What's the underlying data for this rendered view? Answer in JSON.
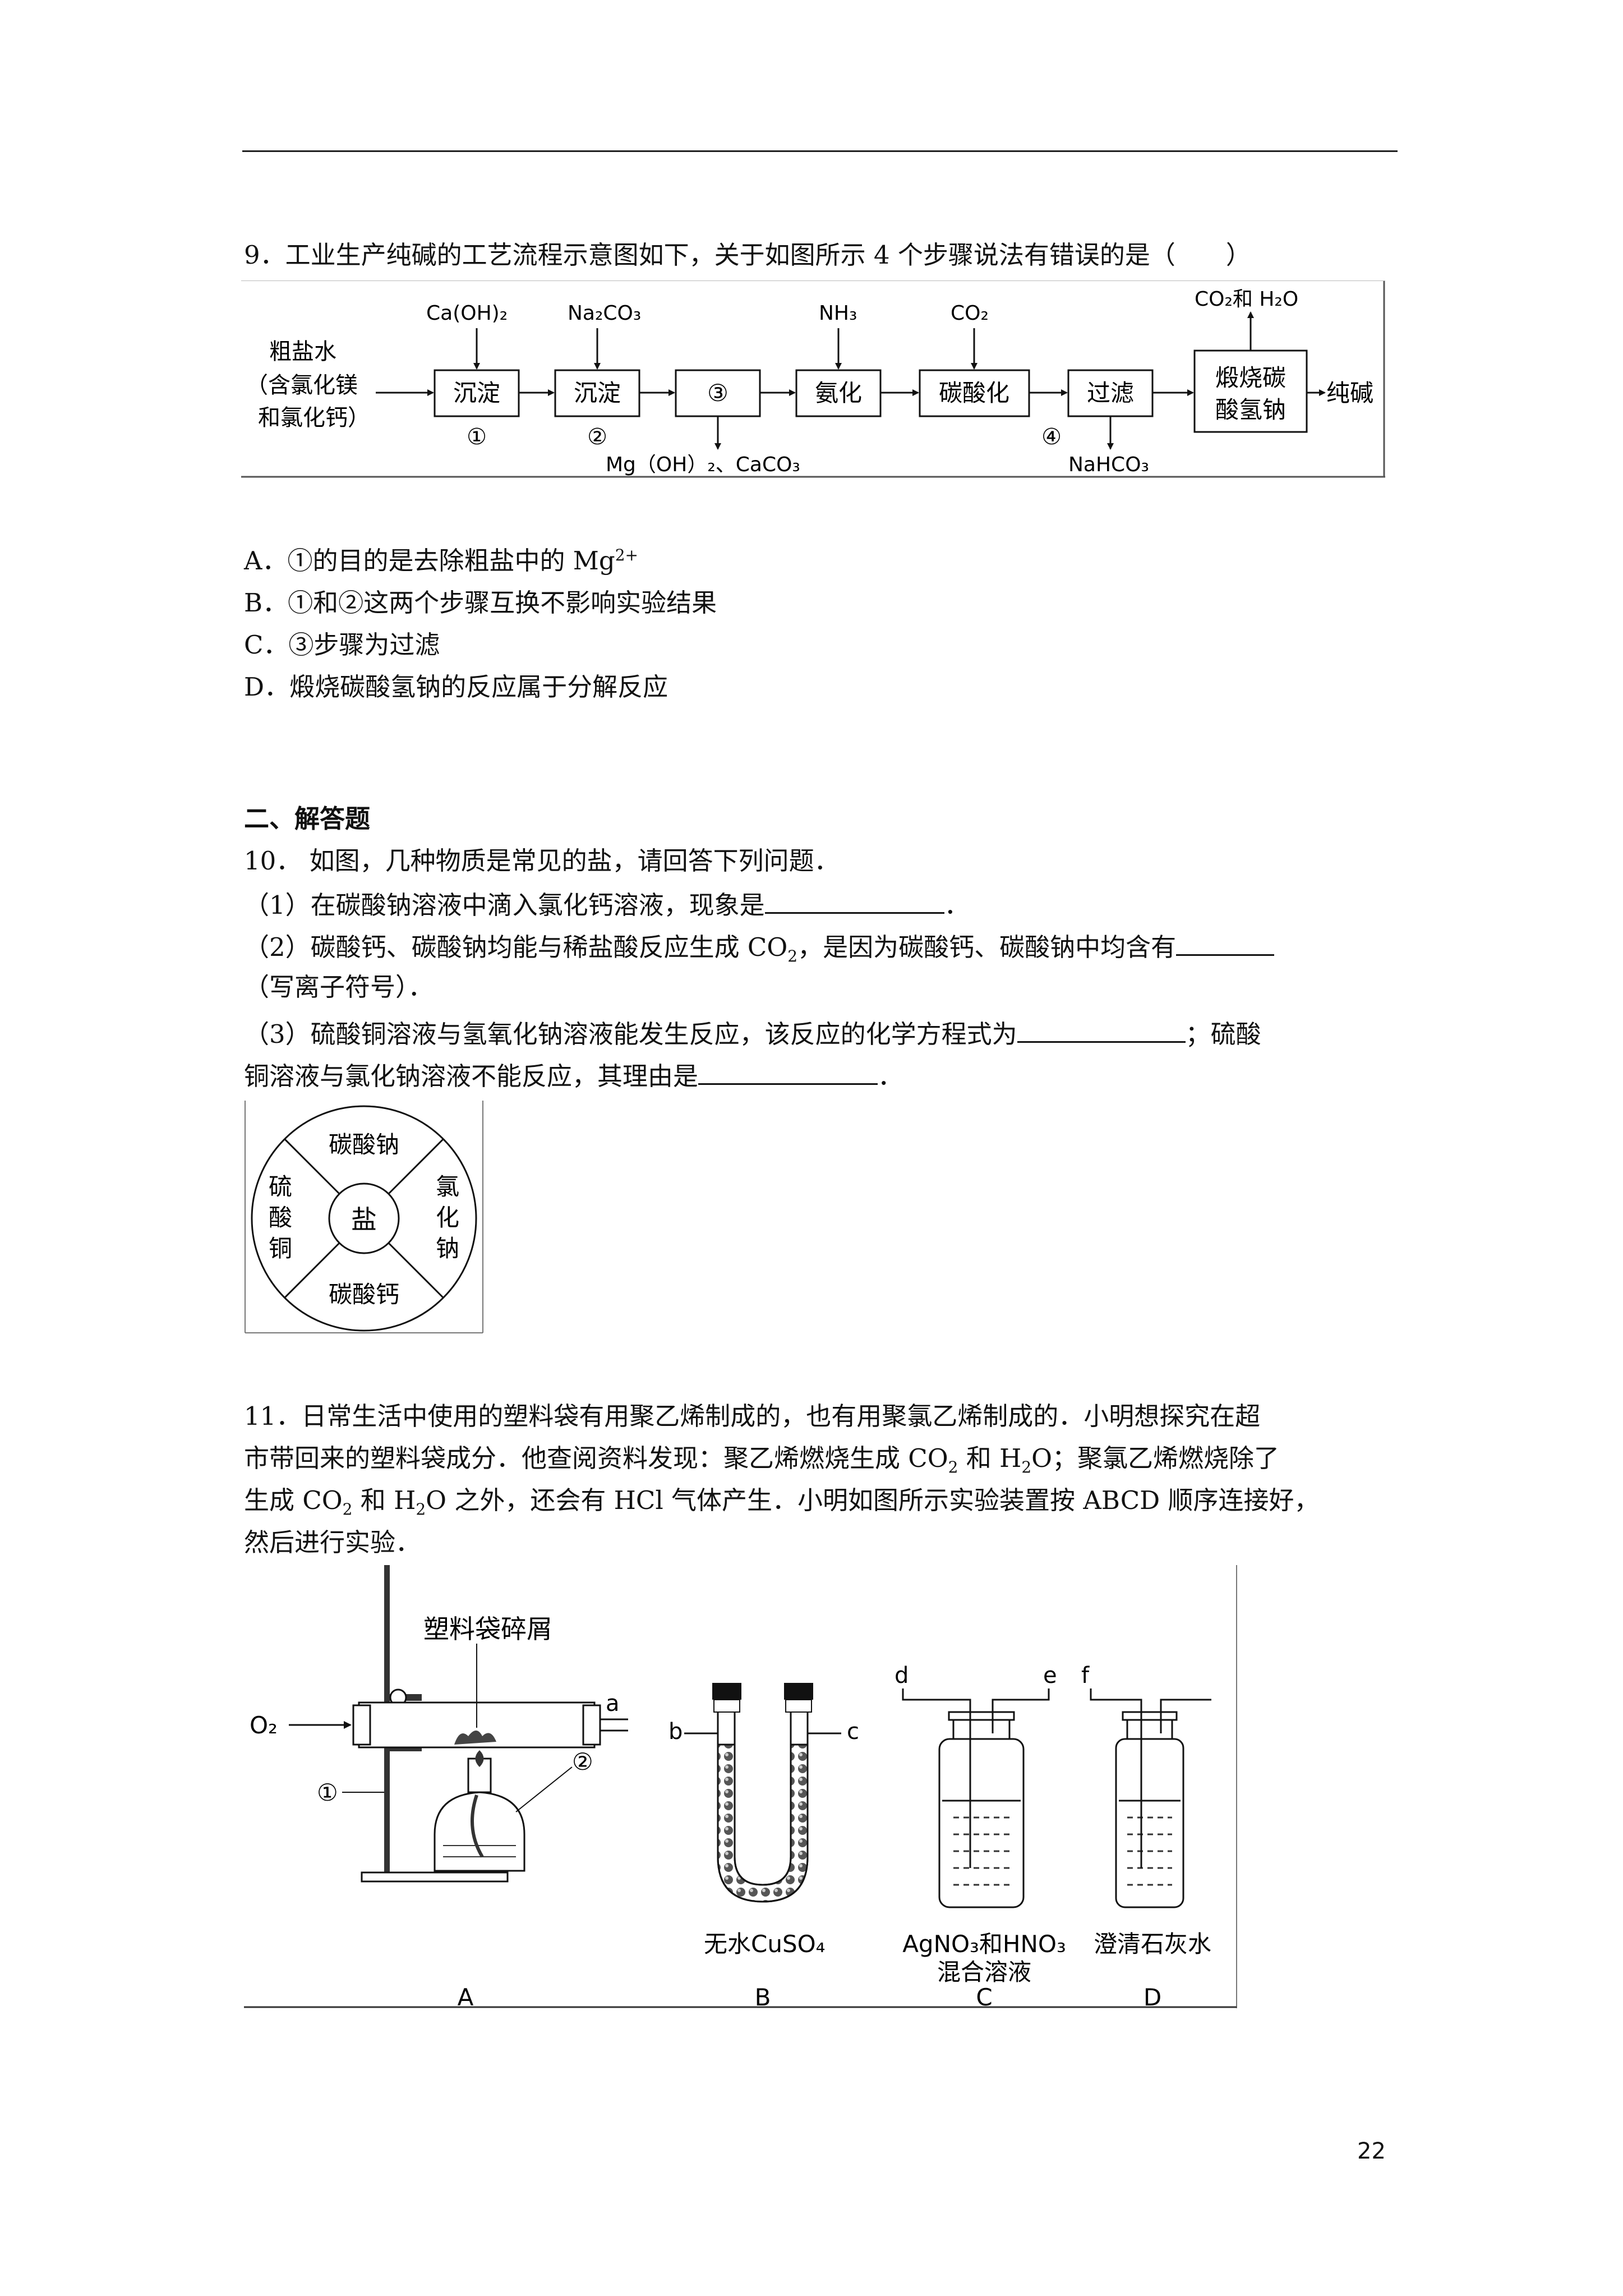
{
  "page_number": "22",
  "q9": {
    "stem": "9．工业生产纯碱的工艺流程示意图如下，关于如图所示 4 个步骤说法有错误的是（　　）",
    "flow": {
      "feed_line1": "粗盐水",
      "feed_line2": "（含氯化镁",
      "feed_line3": "和氯化钙）",
      "box1": "沉淀",
      "box2": "沉淀",
      "box3": "③",
      "box4": "氨化",
      "box5": "碳酸化",
      "box6": "过滤",
      "box7_line1": "煅烧碳",
      "box7_line2": "酸氢钠",
      "product": "纯碱",
      "in1": "Ca(OH)₂",
      "in2": "Na₂CO₃",
      "in4": "NH₃",
      "in5": "CO₂",
      "out7": "CO₂和 H₂O",
      "out3": "Mg（OH）₂、CaCO₃",
      "out6": "NaHCO₃",
      "step1": "①",
      "step2": "②",
      "step4": "④"
    },
    "optA": "A．①的目的是去除粗盐中的 Mg",
    "optA_sup": "2+",
    "optB": "B．①和②这两个步骤互换不影响实验结果",
    "optC": "C．③步骤为过滤",
    "optD": "D．煅烧碳酸氢钠的反应属于分解反应"
  },
  "section2": {
    "heading": "二、解答题"
  },
  "q10": {
    "stem": "10．  如图，几种物质是常见的盐，请回答下列问题．",
    "p1": "（1）在碳酸钠溶液中滴入氯化钙溶液，现象是",
    "p1_end": "．",
    "p2_a": "（2）碳酸钙、碳酸钠均能与稀盐酸反应生成 CO",
    "p2_sub": "2",
    "p2_b": "，是因为碳酸钙、碳酸钠中均含有",
    "p2_line2": "（写离子符号）．",
    "p3_a": "（3）硫酸铜溶液与氢氧化钠溶液能发生反应，该反应的化学方程式为",
    "p3_b": "；硫酸",
    "p3_line2": "铜溶液与氯化钠溶液不能反应，其理由是",
    "p3_end": "．",
    "wheel": {
      "center": "盐",
      "top": "碳酸钠",
      "right": [
        "氯",
        "化",
        "钠"
      ],
      "bottom": "碳酸钙",
      "left": [
        "硫",
        "酸",
        "铜"
      ]
    }
  },
  "q11": {
    "line1": "11．日常生活中使用的塑料袋有用聚乙烯制成的，也有用聚氯乙烯制成的．小明想探究在超",
    "line2_a": "市带回来的塑料袋成分．他查阅资料发现：聚乙烯燃烧生成 CO",
    "line2_b": " 和 H",
    "line2_c": "O；聚氯乙烯燃烧除了",
    "line3_a": "生成 CO",
    "line3_b": " 和 H",
    "line3_c": "O 之外，还会有 HCl 气体产生．小明如图所示实验装置按 ABCD 顺序连接好，",
    "line4": "然后进行实验．",
    "sub2": "2",
    "apparatus": {
      "title": "塑料袋碎屑",
      "o2": "O₂",
      "a": "a",
      "b": "b",
      "c": "c",
      "d": "d",
      "e": "e",
      "f": "f",
      "mark1": "①",
      "mark2": "②",
      "labelB": "无水CuSO₄",
      "labelC_line1": "AgNO₃和HNO₃",
      "labelC_line2": "混合溶液",
      "labelD": "澄清石灰水",
      "capA": "A",
      "capB": "B",
      "capC": "C",
      "capD": "D"
    }
  }
}
